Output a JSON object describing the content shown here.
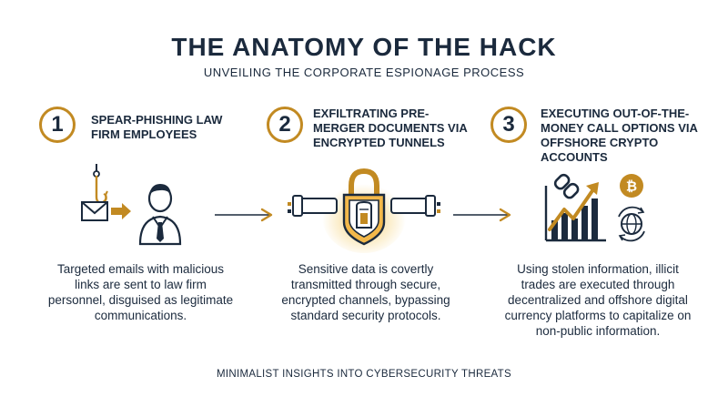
{
  "header": {
    "title": "THE ANATOMY OF THE HACK",
    "subtitle": "UNVEILING THE CORPORATE ESPIONAGE PROCESS"
  },
  "steps": [
    {
      "number": "1",
      "title": "SPEAR-PHISHING LAW FIRM EMPLOYEES",
      "description": "Targeted emails with malicious links are sent to law firm personnel, disguised as legitimate communications.",
      "icons": [
        "fishhook-icon",
        "envelope-icon",
        "arrow-right-icon",
        "businessman-icon"
      ]
    },
    {
      "number": "2",
      "title": "EXFILTRATING PRE-MERGER DOCUMENTS VIA ENCRYPTED TUNNELS",
      "description": "Sensitive data is covertly transmitted through secure, encrypted channels, bypassing standard security protocols.",
      "icons": [
        "padlock-icon",
        "document-icon",
        "pipe-icon"
      ]
    },
    {
      "number": "3",
      "title": "EXECUTING OUT-OF-THE-MONEY CALL OPTIONS VIA OFFSHORE CRYPTO ACCOUNTS",
      "description": "Using stolen information, illicit trades are executed through decentralized and offshore digital currency platforms to capitalize on non-public information.",
      "icons": [
        "chain-link-icon",
        "bar-chart-icon",
        "trend-arrow-icon",
        "bitcoin-icon",
        "globe-sync-icon"
      ]
    }
  ],
  "footer": "MINIMALIST INSIGHTS INTO CYBERSECURITY THREATS",
  "colors": {
    "navy": "#1b2a3d",
    "gold": "#c28a22",
    "glow": "#f6d27a",
    "background": "#ffffff"
  }
}
